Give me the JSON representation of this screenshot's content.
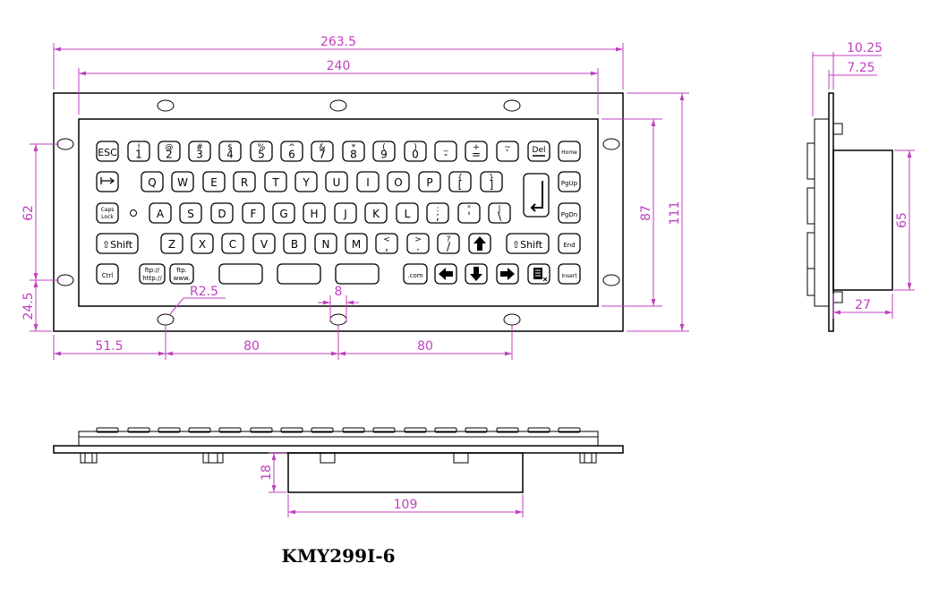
{
  "title": "KMY299I-6",
  "dimensions": {
    "overall_width": "263.5",
    "inner_width": "240",
    "height_62": "62",
    "height_24_5": "24.5",
    "height_87": "87",
    "height_111": "111",
    "radius": "R2.5",
    "hole_gap": "8",
    "span_51_5": "51.5",
    "span_80_a": "80",
    "span_80_b": "80",
    "side_10_25": "10.25",
    "side_7_25": "7.25",
    "side_65": "65",
    "side_27": "27",
    "bottom_18": "18",
    "bottom_109": "109"
  },
  "keys": {
    "row1": [
      {
        "top": "",
        "bottom": "ESC"
      },
      {
        "top": "!",
        "bottom": "1"
      },
      {
        "top": "@",
        "bottom": "2"
      },
      {
        "top": "#",
        "bottom": "3"
      },
      {
        "top": "$",
        "bottom": "4"
      },
      {
        "top": "%",
        "bottom": "5"
      },
      {
        "top": "^",
        "bottom": "6"
      },
      {
        "top": "&",
        "bottom": "7"
      },
      {
        "top": "*",
        "bottom": "8"
      },
      {
        "top": "(",
        "bottom": "9"
      },
      {
        "top": ")",
        "bottom": "0"
      },
      {
        "top": "_",
        "bottom": "-"
      },
      {
        "top": "+",
        "bottom": "="
      },
      {
        "top": "~",
        "bottom": "`"
      },
      {
        "top": "",
        "bottom": "Del"
      },
      {
        "top": "",
        "bottom": "Home"
      }
    ],
    "row2": [
      "Q",
      "W",
      "E",
      "R",
      "T",
      "Y",
      "U",
      "I",
      "O",
      "P"
    ],
    "row2_extra": [
      {
        "top": "{",
        "bottom": "["
      },
      {
        "top": "}",
        "bottom": "]"
      }
    ],
    "pgup": "PgUp",
    "row3_caps": [
      "Caps",
      "Lock"
    ],
    "row3": [
      "A",
      "S",
      "D",
      "F",
      "G",
      "H",
      "J",
      "K",
      "L"
    ],
    "row3_extra": [
      {
        "top": ":",
        "bottom": ";"
      },
      {
        "top": "\"",
        "bottom": "'"
      },
      {
        "top": "|",
        "bottom": "\\"
      }
    ],
    "pgdn": "PgDn",
    "shift": "⇧Shift",
    "row4": [
      "Z",
      "X",
      "C",
      "V",
      "B",
      "N",
      "M"
    ],
    "row4_extra": [
      {
        "top": "<",
        "bottom": ","
      },
      {
        "top": ">",
        "bottom": "."
      },
      {
        "top": "?",
        "bottom": "/"
      }
    ],
    "end": "End",
    "ctrl": "Ctrl",
    "ftp1": [
      "ftp://",
      "http://"
    ],
    "ftp2": [
      "ftp.",
      "www."
    ],
    "com": ".com",
    "insert": "Insert"
  }
}
